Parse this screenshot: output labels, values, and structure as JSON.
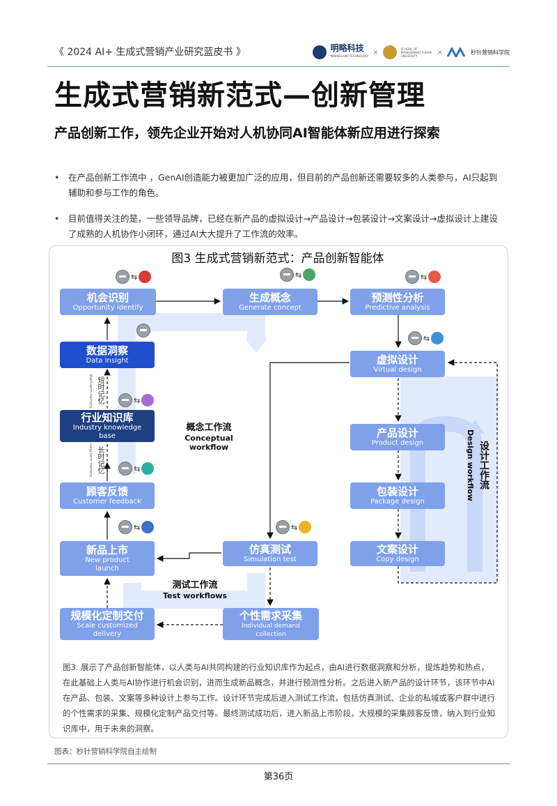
{
  "header": {
    "doc_title": "《 2024 AI+ 生成式营销产业研究蓝皮书 》",
    "logo1": "明略科技",
    "logo1_sub": "MININGLAMP TECHNOLOGY",
    "logo2_sub": "SCHOOL OF MANAGEMENT FUDAN UNIVERSITY",
    "logo3": "秒针营销科学院",
    "sep": "×"
  },
  "page_title": "生成式营销新范式—创新管理",
  "subtitle": "产品创新工作，领先企业开始对人机协同AI智能体新应用进行探索",
  "bullets": [
    "在产品创新工作流中 ，GenAI创造能力被更加广泛的应用，但目前的产品创新还需要较多的人类参与，AI只起到辅助和参与工作的角色。",
    "目前值得关注的是，一些领导品牌，已经在新产品的虚拟设计→产品设计→包装设计→文案设计→虚拟设计上建设了成熟的人机协作小闭环，通过AI大大提升了工作流的效率。"
  ],
  "bullet_symbol": "•",
  "figure": {
    "title": "图3 生成式营销新范式：产品创新智能体",
    "nodes": {
      "opportunity": {
        "cn": "机会识别",
        "en": "Opportunity identify"
      },
      "generate": {
        "cn": "生成概念",
        "en": "Generate concept"
      },
      "predictive": {
        "cn": "预测性分析",
        "en": "Predictive analysis"
      },
      "data": {
        "cn": "数据洞察",
        "en": "Data Insight"
      },
      "virtual": {
        "cn": "虚拟设计",
        "en": "Virtual design"
      },
      "industry": {
        "cn": "行业知识库",
        "en": "Industry knowledge base"
      },
      "product": {
        "cn": "产品设计",
        "en": "Product design"
      },
      "customer": {
        "cn": "顾客反馈",
        "en": "Customer feedback"
      },
      "package": {
        "cn": "包装设计",
        "en": "Package design"
      },
      "launch": {
        "cn": "新品上市",
        "en": "New product launch"
      },
      "simulation": {
        "cn": "仿真测试",
        "en": "Simulation test"
      },
      "copy": {
        "cn": "文案设计",
        "en": "Copy design"
      },
      "scale": {
        "cn": "规模化定制交付",
        "en": "Scale customized delivery"
      },
      "individual": {
        "cn": "个性需求采集",
        "en": "Individual demand collection"
      }
    },
    "flows": {
      "conceptual": {
        "cn": "概念工作流",
        "en": "Conceptual workflow"
      },
      "test": {
        "cn": "测试工作流",
        "en": "Test workflows"
      },
      "design": {
        "cn": "设计工作流",
        "en": "Design workflow"
      }
    },
    "memory": {
      "short_cn": "短时记忆",
      "short_en": "Short-term memory",
      "long_cn": "长时记忆",
      "long_en": "Long-term memory"
    },
    "exchange_symbol": "⇆",
    "caption": "图3. 展示了产品创新智能体，以人类与AI共同构建的行业知识库作为起点，由AI进行数据洞察和分析，提炼趋势和热点，在此基础上人类与AI协作进行机会识别，进而生成新品概念，并进行预测性分析。之后进入新产品的设计环节，该环节中AI在产品、包装、文案等多种设计上参与工作。设计环节完成后进入测试工作流，包括仿真测试、企业的私域或客户群中进行的个性需求的采集、规模化定制产品交付等。最终测试成功后，进入新品上市阶段，大规模的采集顾客反馈，纳入到行业知识库中，用于未来的洞察。"
  },
  "source": "图表：秒针营销科学院自主绘制",
  "page_number": "第36页",
  "colors": {
    "node": "#7ea1ea",
    "node_dark": "#1f4fcf",
    "node_navy": "#1e3f82",
    "flow_band": "#dbe6fa",
    "rule": "#6b8dc4"
  }
}
